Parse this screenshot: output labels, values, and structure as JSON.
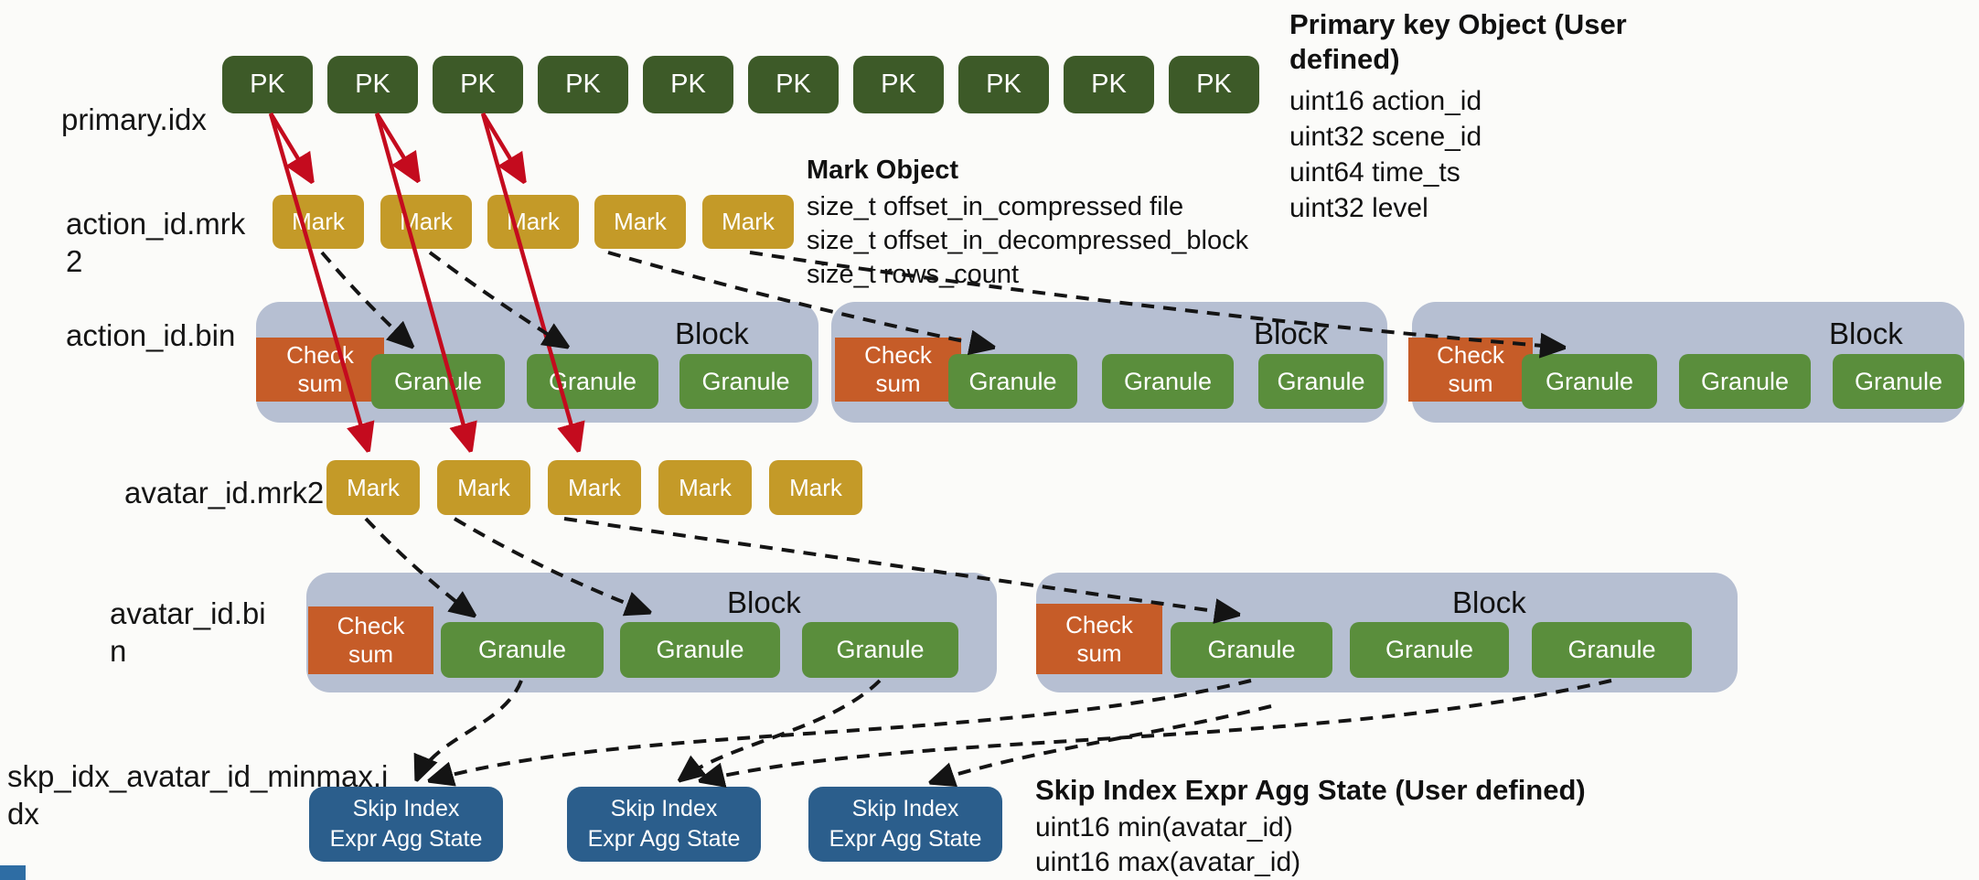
{
  "row_labels": {
    "primary_idx": "primary.idx",
    "action_mrk": "action_id.mrk\n2",
    "action_bin": "action_id.bin",
    "avatar_mrk": "avatar_id.mrk2",
    "avatar_bin": "avatar_id.bi\nn",
    "skip_idx": "skp_idx_avatar_id_minmax.i\ndx"
  },
  "boxes": {
    "pk": "PK",
    "mark": "Mark",
    "granule": "Granule",
    "checksum": "Check sum",
    "block": "Block",
    "skip": "Skip Index\nExpr Agg State"
  },
  "annotations": {
    "primary_key": {
      "title": "Primary key Object (User\ndefined)",
      "fields": "uint16 action_id\nuint32 scene_id\nuint64 time_ts\nuint32 level"
    },
    "mark_object": {
      "title": "Mark Object",
      "fields": "size_t offset_in_compressed file\nsize_t offset_in_decompressed_block\nsize_t rows_count"
    },
    "skip_index": {
      "title": "Skip Index Expr Agg State (User defined)",
      "fields": "uint16 min(avatar_id)\nuint16 max(avatar_id)"
    }
  },
  "colors": {
    "pk_green": "#3d5a28",
    "mark_gold": "#c49a28",
    "granule_green": "#5a8e3c",
    "checksum_orange": "#c65c28",
    "block_bg": "#b6bfd2",
    "skip_blue": "#2b5e8c",
    "arrow_red": "#c40b1e",
    "arrow_black": "#141414",
    "corner_strip_blue": "#2e6da4"
  }
}
